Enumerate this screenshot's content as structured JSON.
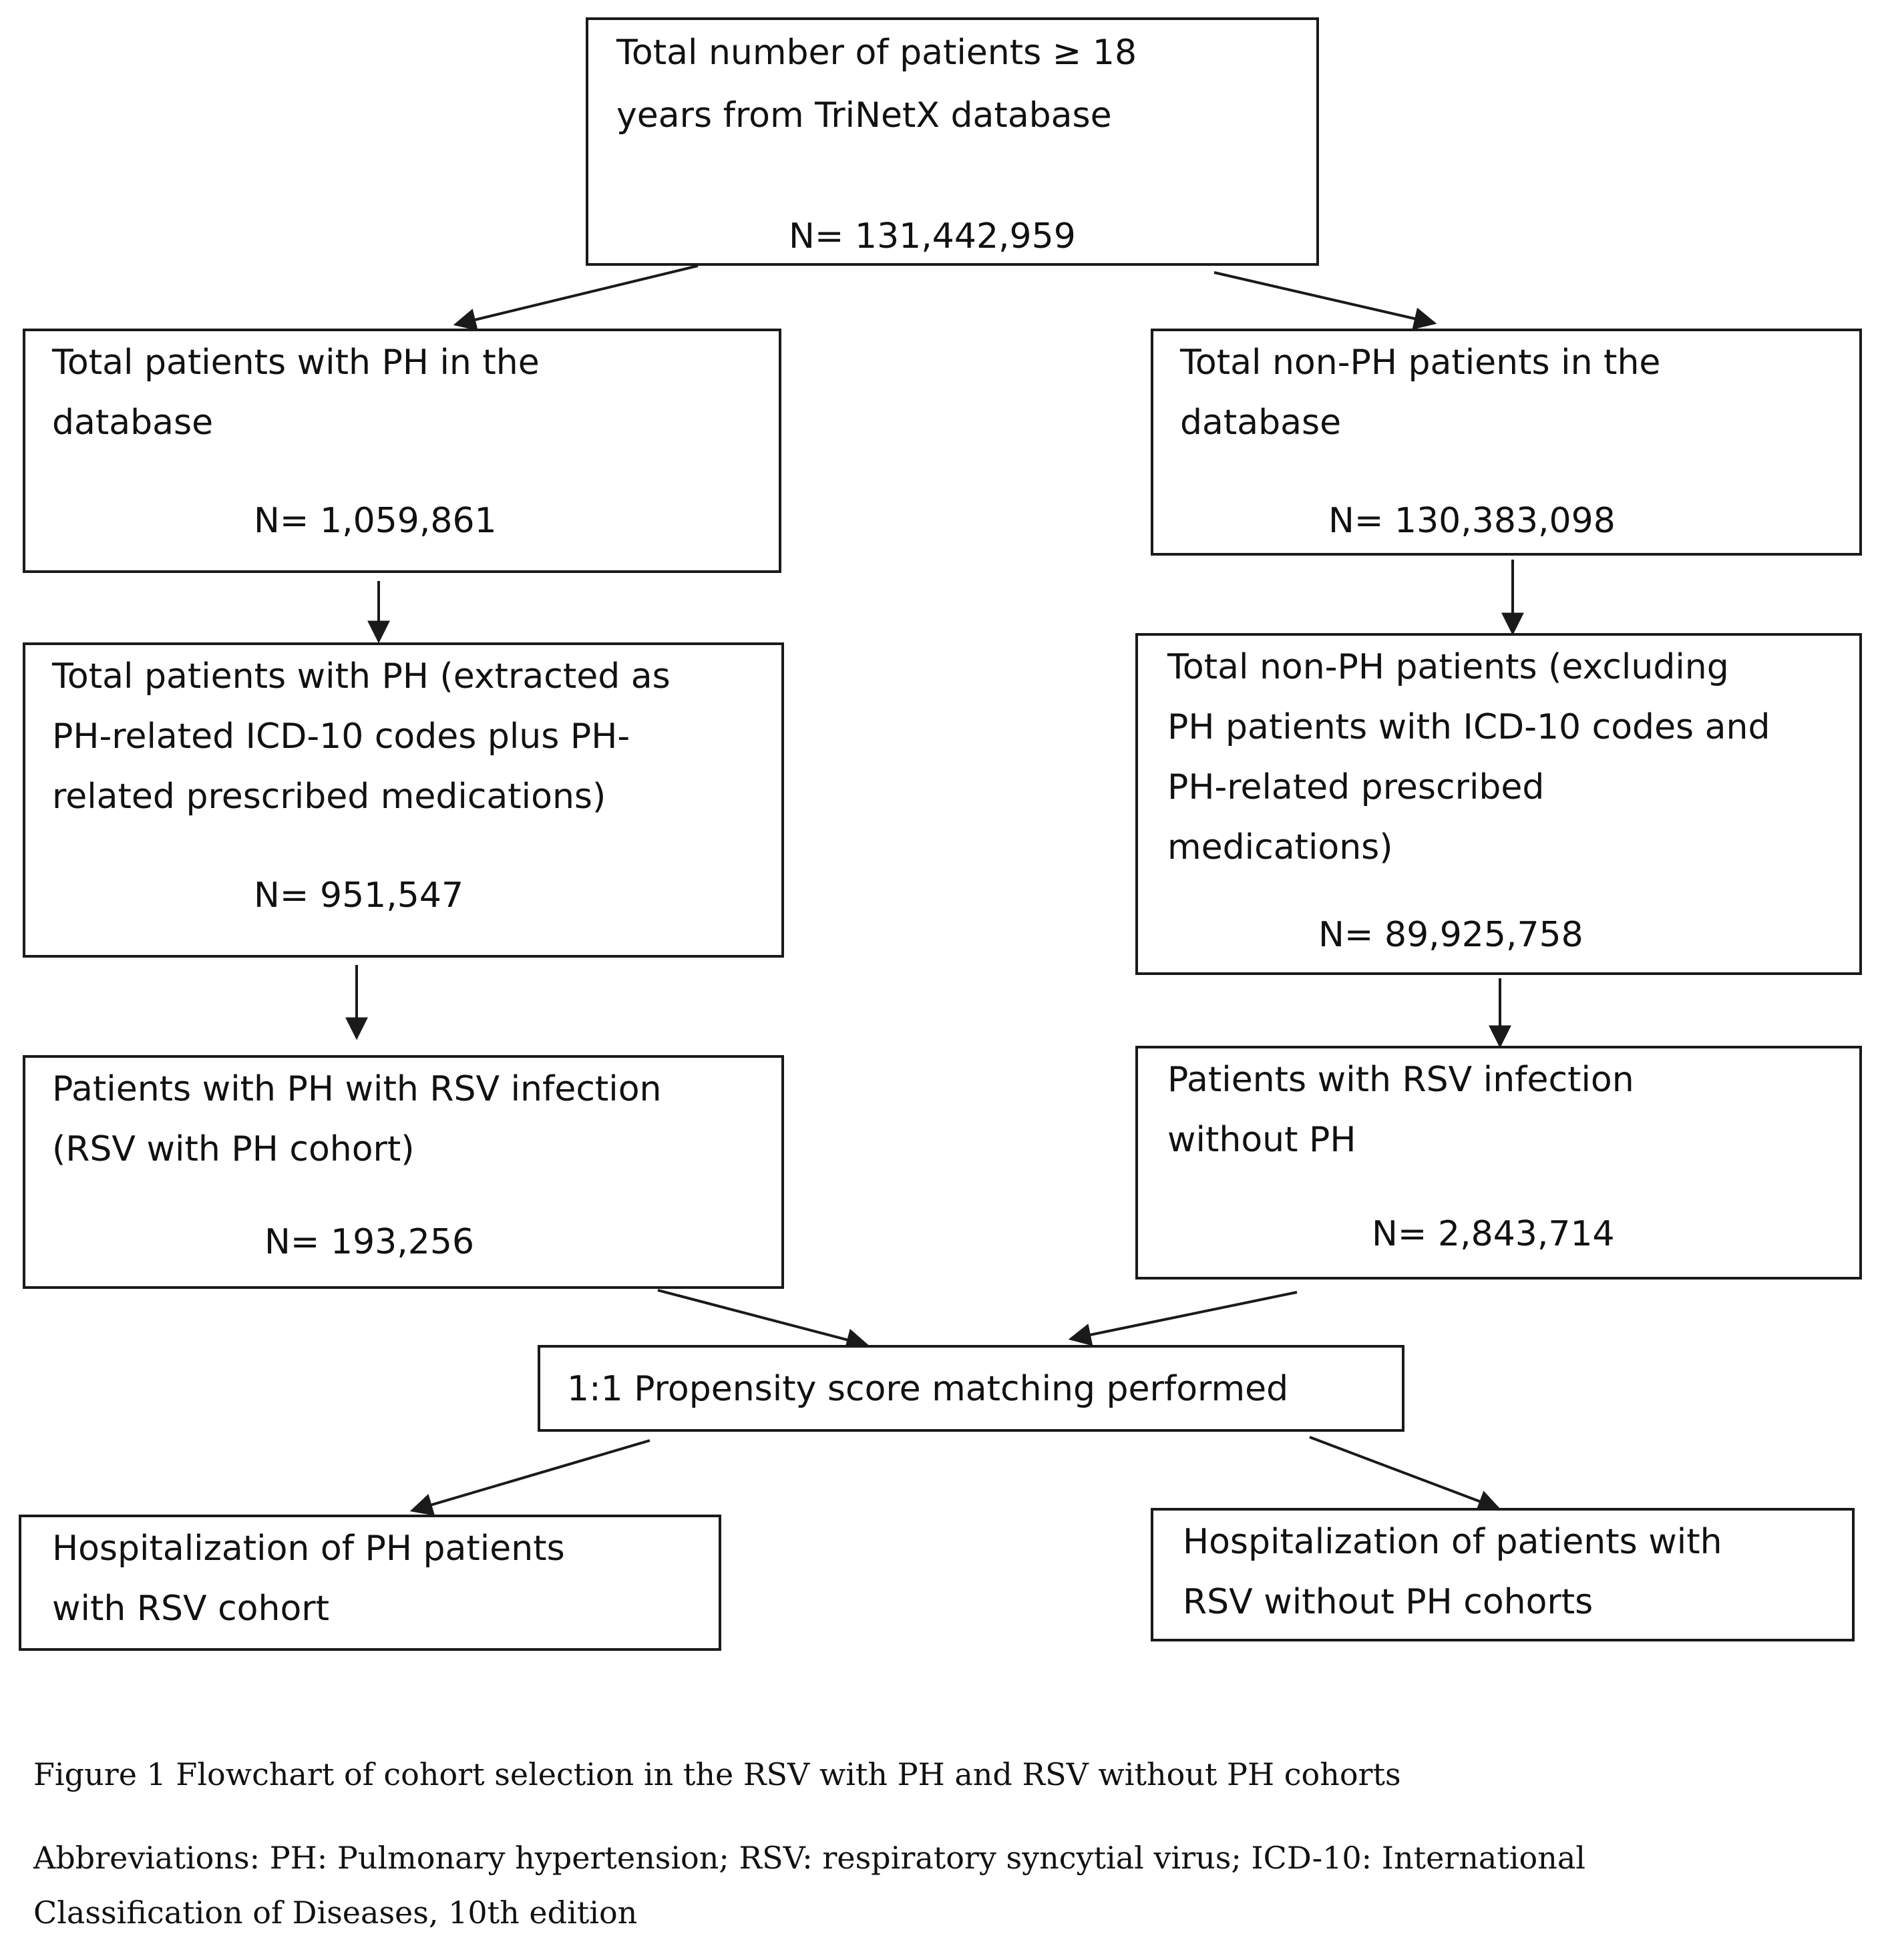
{
  "boxes": {
    "total": {
      "text": "Total number of patients ≥ 18\nyears from TriNetX database",
      "count": "N= 131,442,959"
    },
    "ph_total": {
      "text": "Total patients with PH in the\ndatabase",
      "count": "N= 1,059,861"
    },
    "non_ph_total": {
      "text": "Total non-PH patients in the\ndatabase",
      "count": "N= 130,383,098"
    },
    "ph_extracted": {
      "text": "Total patients with PH (extracted as\nPH-related ICD-10 codes plus PH-\nrelated prescribed medications)",
      "count": "N= 951,547"
    },
    "non_ph_excluding": {
      "text": "Total non-PH patients (excluding\nPH patients with ICD-10 codes and\nPH-related prescribed\nmedications)",
      "count": "N= 89,925,758"
    },
    "ph_rsv": {
      "text": "Patients with PH with RSV infection\n(RSV with PH cohort)",
      "count": "N= 193,256"
    },
    "rsv_no_ph": {
      "text": "Patients with RSV infection\nwithout PH",
      "count": "N= 2,843,714"
    },
    "matching": {
      "text": "1:1 Propensity score matching performed"
    },
    "hosp_ph": {
      "text": "Hospitalization of PH patients\nwith RSV cohort"
    },
    "hosp_no_ph": {
      "text": "Hospitalization of patients with\nRSV without PH cohorts"
    }
  },
  "caption": {
    "title": "Figure 1 Flowchart of cohort selection in the RSV with PH and RSV without PH cohorts",
    "abbrev_line1": "Abbreviations: PH: Pulmonary hypertension; RSV: respiratory syncytial virus; ICD-10: International",
    "abbrev_line2": "Classification of Diseases, 10th edition"
  }
}
